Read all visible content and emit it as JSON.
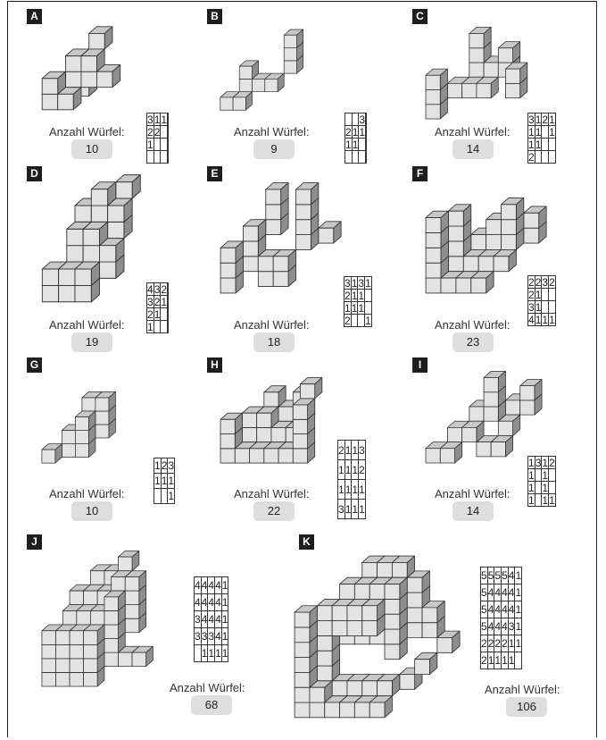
{
  "count_label": "Anzahl Würfel:",
  "panels": [
    {
      "letter": "A",
      "count": "10",
      "grid": [
        [
          "3",
          "1",
          "1",
          ""
        ],
        [
          "2",
          "2",
          "",
          ""
        ],
        [
          "1",
          "",
          "",
          ""
        ],
        [
          "",
          "",
          "",
          ""
        ]
      ]
    },
    {
      "letter": "B",
      "count": "9",
      "grid": [
        [
          "",
          "",
          "3",
          ""
        ],
        [
          "2",
          "1",
          "1",
          ""
        ],
        [
          "1",
          "1",
          "",
          ""
        ],
        [
          "",
          "",
          "",
          ""
        ]
      ]
    },
    {
      "letter": "C",
      "count": "14",
      "grid": [
        [
          "3",
          "1",
          "2",
          "1"
        ],
        [
          "1",
          "1",
          "",
          "1"
        ],
        [
          "1",
          "1",
          "",
          ""
        ],
        [
          "2",
          "",
          "",
          ""
        ]
      ]
    },
    {
      "letter": "D",
      "count": "19",
      "grid": [
        [
          "4",
          "3",
          "2",
          ""
        ],
        [
          "3",
          "2",
          "1",
          ""
        ],
        [
          "2",
          "1",
          "",
          ""
        ],
        [
          "1",
          "",
          "",
          ""
        ]
      ]
    },
    {
      "letter": "E",
      "count": "18",
      "grid": [
        [
          "3",
          "1",
          "3",
          "1"
        ],
        [
          "2",
          "1",
          "1",
          ""
        ],
        [
          "1",
          "1",
          "1",
          ""
        ],
        [
          "2",
          "",
          "",
          "1"
        ]
      ]
    },
    {
      "letter": "F",
      "count": "23",
      "grid": [
        [
          "2",
          "2",
          "3",
          "2"
        ],
        [
          "2",
          "1",
          "",
          ""
        ],
        [
          "3",
          "1",
          "",
          ""
        ],
        [
          "4",
          "1",
          "1",
          "1"
        ]
      ]
    },
    {
      "letter": "G",
      "count": "10",
      "grid": [
        [
          "1",
          "2",
          "3"
        ],
        [
          "1",
          "1",
          "1"
        ],
        [
          "",
          "",
          "1"
        ]
      ]
    },
    {
      "letter": "H",
      "count": "22",
      "grid": [
        [
          "2",
          "1",
          "1",
          "3"
        ],
        [
          "1",
          "1",
          "1",
          "2"
        ],
        [
          "1",
          "1",
          "1",
          "1"
        ],
        [
          "3",
          "1",
          "1",
          "1"
        ]
      ]
    },
    {
      "letter": "I",
      "count": "14",
      "grid": [
        [
          "1",
          "3",
          "1",
          "2"
        ],
        [
          "1",
          "",
          "1",
          ""
        ],
        [
          "1",
          "",
          "1",
          ""
        ],
        [
          "1",
          "",
          "1",
          "1"
        ]
      ]
    },
    {
      "letter": "J",
      "count": "68",
      "grid": [
        [
          "4",
          "4",
          "4",
          "4",
          "1"
        ],
        [
          "4",
          "4",
          "4",
          "4",
          "1"
        ],
        [
          "3",
          "4",
          "4",
          "4",
          "1"
        ],
        [
          "3",
          "3",
          "3",
          "4",
          "1"
        ],
        [
          "",
          "1",
          "1",
          "1",
          "1"
        ]
      ]
    },
    {
      "letter": "K",
      "count": "106",
      "grid": [
        [
          "5",
          "5",
          "5",
          "5",
          "4",
          "1"
        ],
        [
          "5",
          "4",
          "4",
          "4",
          "4",
          "1"
        ],
        [
          "5",
          "4",
          "4",
          "4",
          "4",
          "1"
        ],
        [
          "5",
          "4",
          "4",
          "4",
          "3",
          "1"
        ],
        [
          "2",
          "2",
          "2",
          "2",
          "1",
          "1"
        ],
        [
          "2",
          "1",
          "1",
          "1",
          "1",
          ""
        ]
      ]
    }
  ],
  "colors": {
    "cube_front": "#e3e3e3",
    "cube_top": "#c8c8c8",
    "cube_side": "#8e8e8e",
    "badge": "#1e1e1e",
    "count_box": "#dedede"
  }
}
